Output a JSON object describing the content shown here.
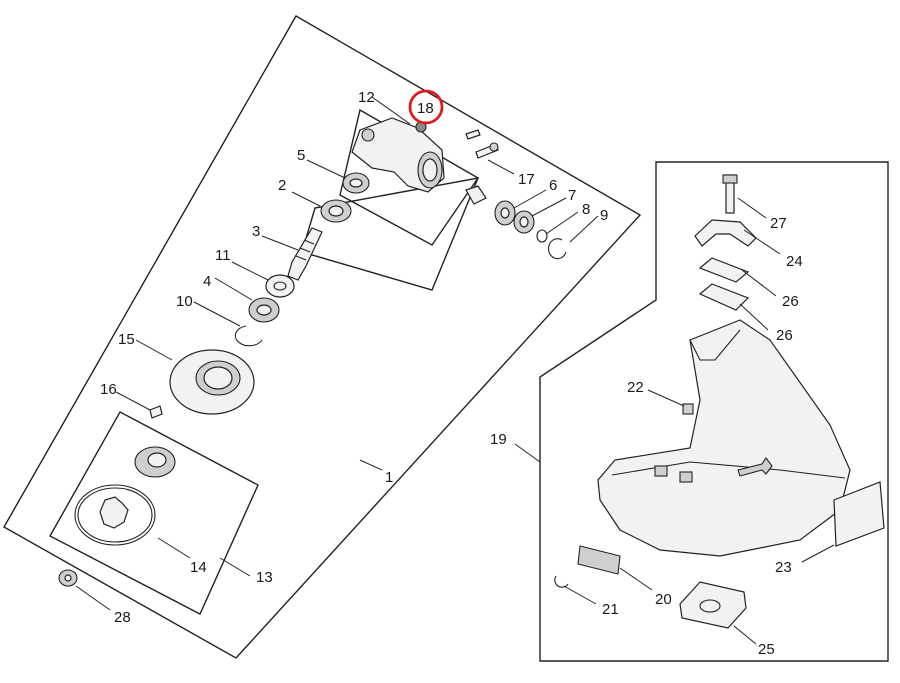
{
  "callouts": [
    {
      "id": "c1",
      "text": "1"
    },
    {
      "id": "c2",
      "text": "2"
    },
    {
      "id": "c3",
      "text": "3"
    },
    {
      "id": "c4",
      "text": "4"
    },
    {
      "id": "c5",
      "text": "5"
    },
    {
      "id": "c6",
      "text": "6"
    },
    {
      "id": "c7",
      "text": "7"
    },
    {
      "id": "c8",
      "text": "8"
    },
    {
      "id": "c9",
      "text": "9"
    },
    {
      "id": "c10",
      "text": "10"
    },
    {
      "id": "c11",
      "text": "11"
    },
    {
      "id": "c12",
      "text": "12"
    },
    {
      "id": "c13",
      "text": "13"
    },
    {
      "id": "c14",
      "text": "14"
    },
    {
      "id": "c15",
      "text": "15"
    },
    {
      "id": "c16",
      "text": "16"
    },
    {
      "id": "c17",
      "text": "17"
    },
    {
      "id": "c18",
      "text": "18"
    },
    {
      "id": "c19",
      "text": "19"
    },
    {
      "id": "c20",
      "text": "20"
    },
    {
      "id": "c21",
      "text": "21"
    },
    {
      "id": "c22",
      "text": "22"
    },
    {
      "id": "c23",
      "text": "23"
    },
    {
      "id": "c24",
      "text": "24"
    },
    {
      "id": "c25",
      "text": "25"
    },
    {
      "id": "c26a",
      "text": "26"
    },
    {
      "id": "c26b",
      "text": "26"
    },
    {
      "id": "c27",
      "text": "27"
    },
    {
      "id": "c28",
      "text": "28"
    }
  ],
  "highlight": {
    "callout": "18",
    "color": "#e0191f"
  }
}
